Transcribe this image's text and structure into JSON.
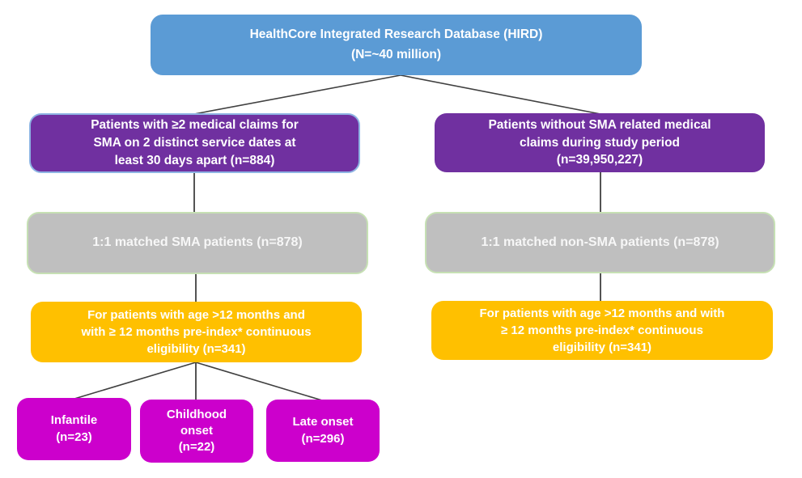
{
  "diagram": {
    "nodes": {
      "hird": {
        "label": "HealthCore Integrated Research Database (HIRD)\n(N=~40 million)"
      },
      "sma_claims": {
        "label": "Patients with ≥2 medical claims for\nSMA on 2 distinct service dates at\nleast 30 days apart (n=884)"
      },
      "non_sma_claims": {
        "label": "Patients without SMA related medical\nclaims during study period\n(n=39,950,227)"
      },
      "matched_sma": {
        "label": "1:1 matched SMA patients (n=878)"
      },
      "matched_non_sma": {
        "label": "1:1 matched non-SMA patients (n=878)"
      },
      "eligibility_sma": {
        "label": "For patients with age >12 months and\nwith ≥ 12 months pre-index* continuous\neligibility (n=341)"
      },
      "eligibility_non_sma": {
        "label": "For patients with age >12 months and with\n≥ 12 months pre-index* continuous\neligibility (n=341)"
      },
      "infantile": {
        "label": "Infantile\n(n=23)"
      },
      "childhood_onset": {
        "label": "Childhood\nonset\n(n=22)"
      },
      "late_onset": {
        "label": "Late onset\n(n=296)"
      }
    },
    "colors": {
      "database_blue": "#5B9BD5",
      "claims_purple": "#7030A0",
      "purple_border_blue": "#8EB4E3",
      "matched_gray": "#BFBFBF",
      "gray_border_green": "#C6E0B4",
      "eligibility_yellow": "#FFC000",
      "onset_magenta": "#CC00CC",
      "connector_line": "#404040",
      "text_white": "#FFFFFF"
    }
  }
}
